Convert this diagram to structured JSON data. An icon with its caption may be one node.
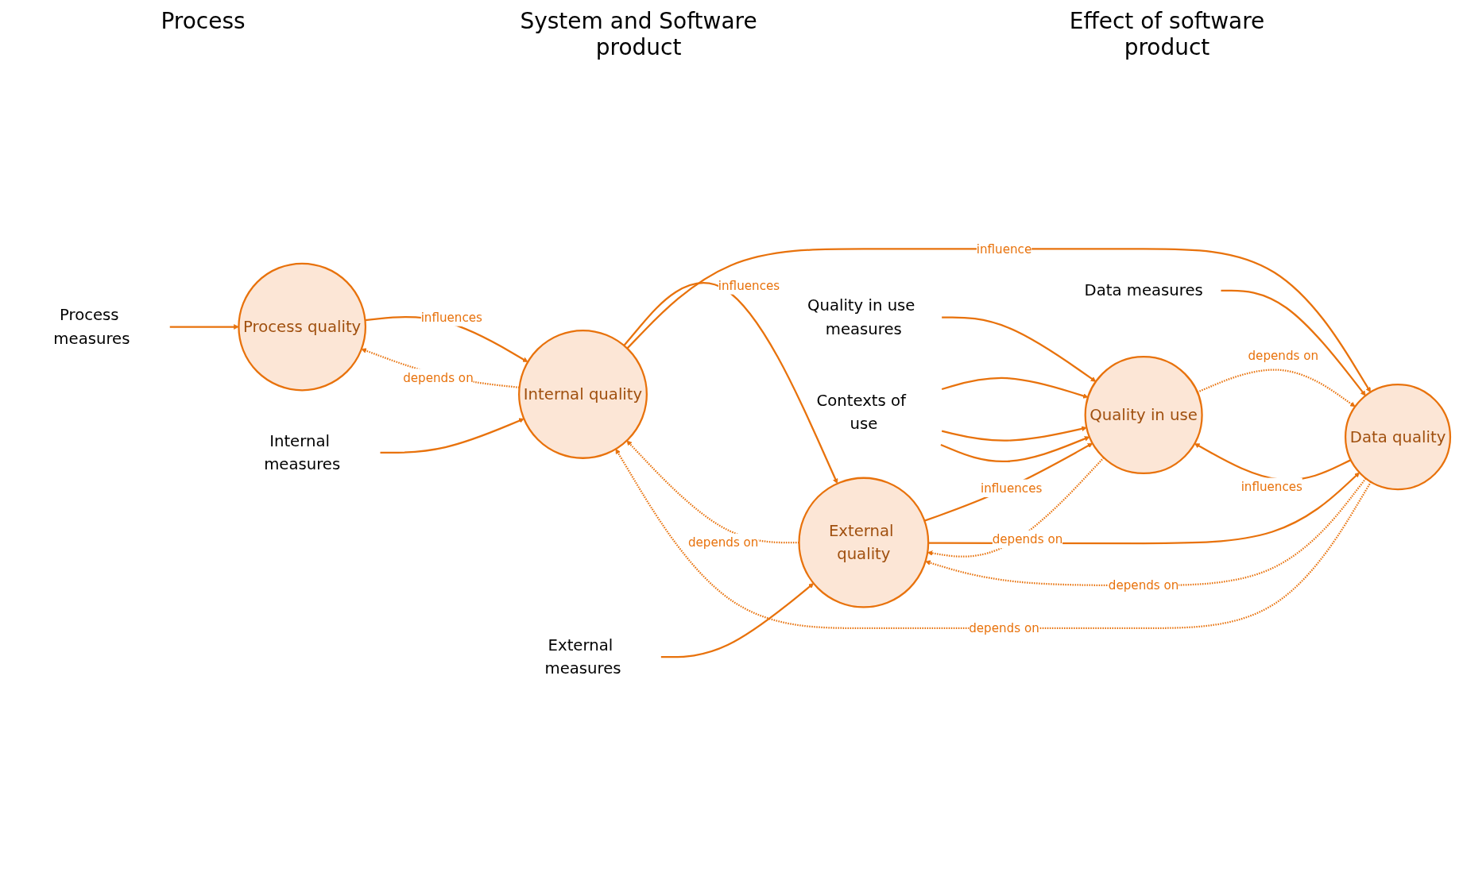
{
  "diagram": {
    "nodes": [
      {
        "text": [
          "Process quality"
        ]
      },
      {
        "text": [
          "Internal quality"
        ]
      },
      {
        "text": [
          "External quality"
        ]
      },
      {
        "text": [
          "Quality in use"
        ]
      },
      {
        "text": [
          "Data quality"
        ]
      },
      {
        "text": [
          "Process measures"
        ]
      },
      {
        "text": [
          "Internal measures"
        ]
      },
      {
        "text": [
          "External measures"
        ]
      },
      {
        "text": [
          "Quality in use measures"
        ]
      },
      {
        "text": [
          "Data measures"
        ]
      },
      {
        "text": [
          "Contexts of use"
        ]
      }
    ],
    "edges": [
      {
        "from": 0,
        "to": 1,
        "arrow": "to",
        "label": "influences"
      },
      {
        "from": 1,
        "to": 0,
        "arrow": "to",
        "label": "depends on",
        "style": "dashed"
      },
      {
        "from": 1,
        "to": 2,
        "arrow": "to",
        "label": "influences"
      },
      {
        "from": 2,
        "to": 1,
        "arrow": "to",
        "label": "depends on",
        "style": "dashed"
      },
      {
        "from": 2,
        "to": 3,
        "arrow": "to",
        "label": "influences"
      },
      {
        "from": 3,
        "to": 2,
        "arrow": "to",
        "label": "depends on",
        "style": "dashed"
      },
      {
        "from": 5,
        "to": 0,
        "arrow": "to"
      },
      {
        "from": 6,
        "to": 1,
        "arrow": "to"
      },
      {
        "from": 7,
        "to": 2,
        "arrow": "to"
      },
      {
        "from": 8,
        "to": 3,
        "arrow": "to"
      },
      {
        "from": 1,
        "to": 4,
        "arrow": "to",
        "label": "influence"
      },
      {
        "from": 4,
        "to": 1,
        "arrow": "to",
        "label": "depends on",
        "style": "dashed"
      },
      {
        "from": 2,
        "to": 4,
        "arrow": "to"
      },
      {
        "from": 4,
        "to": 2,
        "arrow": "to",
        "label": "depends on",
        "style": "dashed"
      },
      {
        "from": 3,
        "to": 4,
        "arrow": "to",
        "label": "depends on",
        "style": "dashed"
      },
      {
        "from": 4,
        "to": 3,
        "arrow": "to",
        "label": "influences"
      },
      {
        "from": 9,
        "to": 4,
        "arrow": "to"
      },
      {
        "from": 10,
        "to": 3,
        "arrow": "to"
      },
      {
        "from": 10,
        "to": 3,
        "arrow": "to"
      },
      {
        "from": 10,
        "to": 3,
        "arrow": "to"
      }
    ],
    "labels": [
      "Process",
      "System and Software product",
      "Effect of software product"
    ]
  }
}
